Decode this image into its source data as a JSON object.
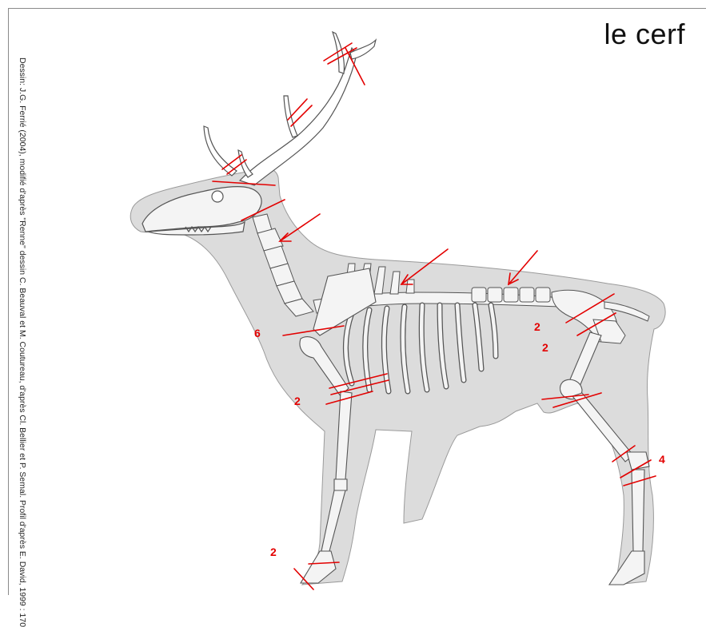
{
  "title": "le cerf",
  "credit": "Dessin: J.G. Ferrié (2004), modifié d'après \"Renne\" dessin C. Beauval et M. Coutureau, d'après Cl. Bellier et P. Semal. Profil d'après E. David, 1999 : 170",
  "counts": [
    "6",
    "2",
    "2",
    "2",
    "2",
    "4"
  ],
  "colors": {
    "mark": "#e30000",
    "silhouette": "#dcdcdc",
    "bone": "#f4f4f4",
    "outline": "#555555"
  }
}
